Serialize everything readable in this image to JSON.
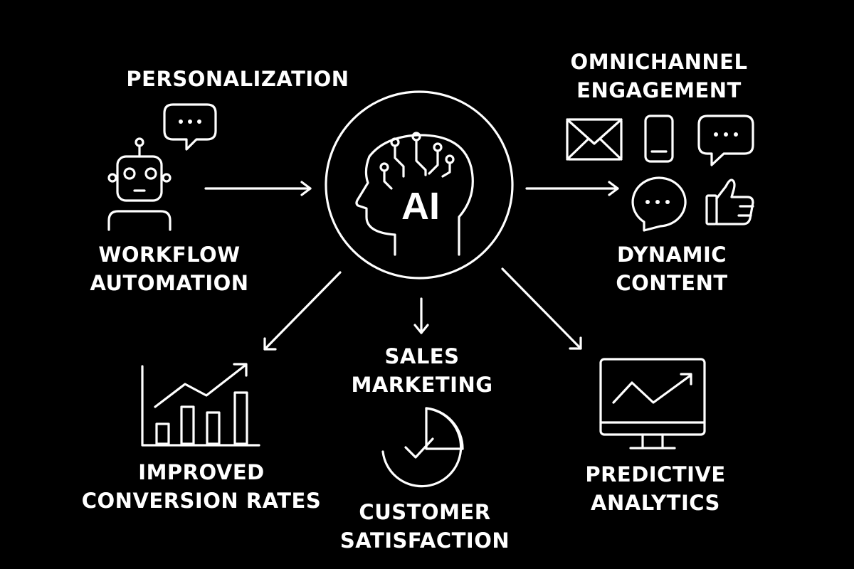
{
  "diagram": {
    "center_label": "AI",
    "labels": {
      "personalization": "PERSONALIZATION",
      "workflow_automation": "WORKFLOW\nAUTOMATION",
      "omnichannel_engagement": "OMNICHANNEL\nENGAGEMENT",
      "dynamic_content": "DYNAMIC\nCONTENT",
      "sales_marketing": "SALES\nMARKETING",
      "improved_conversion_rates": "IMPROVED\nCONVERSION RATES",
      "customer_satisfaction": "CUSTOMER\nSATISFACTION",
      "predictive_analytics": "PREDICTIVE\nANALYTICS"
    },
    "icons": {
      "robot": "robot-icon",
      "speech": "speech-bubble-icon",
      "ai_head": "ai-brain-head-icon",
      "mail": "envelope-icon",
      "phone": "smartphone-icon",
      "thumbs": "thumbs-up-icon",
      "growth": "growth-bar-chart-icon",
      "clock": "clock-check-icon",
      "monitor": "analytics-monitor-icon"
    },
    "colors": {
      "background": "#000000",
      "foreground": "#ffffff"
    }
  }
}
